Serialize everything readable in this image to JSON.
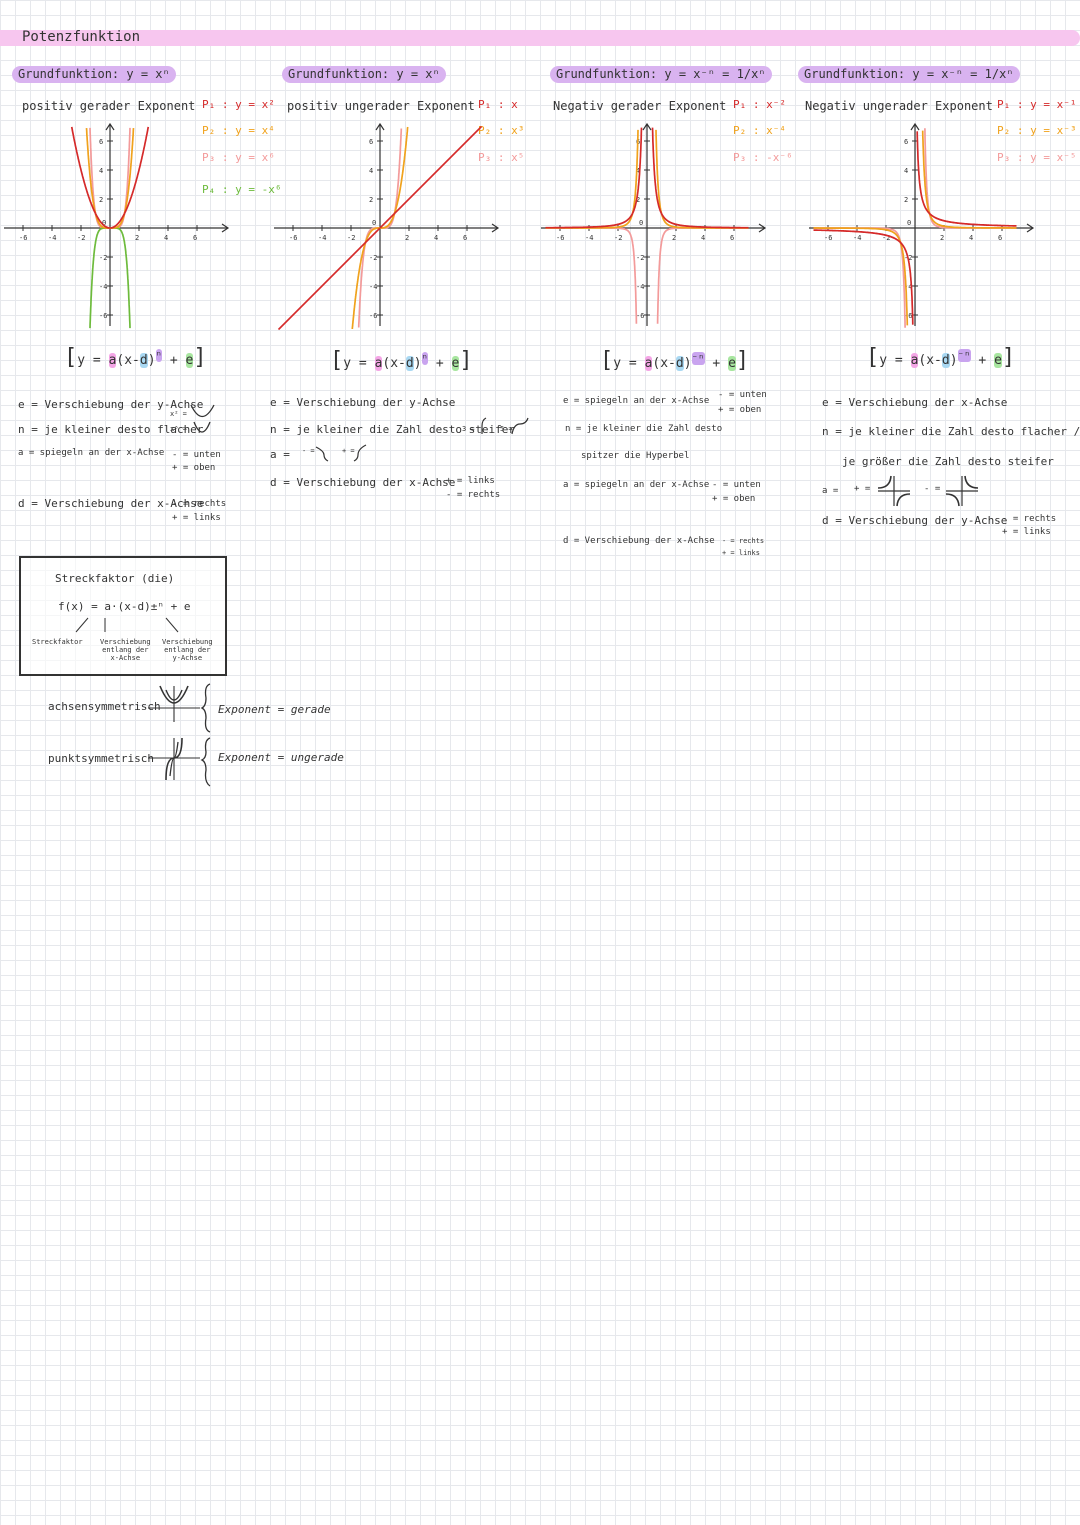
{
  "title": "Potenzfunktion",
  "colors": {
    "red": "#d52a2a",
    "orange": "#f0a21c",
    "pink": "#f39a9a",
    "green": "#6dbb3c",
    "violet": "#d9b3f0",
    "titlebar": "#f7c6ef"
  },
  "ticks": {
    "x": [
      "-6",
      "-4",
      "-2",
      "2",
      "4",
      "6"
    ],
    "y": [
      "6",
      "4",
      "2",
      "-2",
      "-4",
      "-6"
    ],
    "zero": "0"
  },
  "panels": [
    {
      "heading": "Grundfunktion: y = xⁿ",
      "subtitle": "positiv gerader Exponent",
      "legend": [
        "P₁ : y = x²",
        "P₂ : y = x⁴",
        "P₃ : y = x⁶",
        "P₄ : y = -x⁶"
      ],
      "formula": [
        "y = ",
        "a",
        "(x-",
        "d",
        ")",
        "ⁿ",
        " + ",
        "e"
      ],
      "notes": {
        "e": "e = Verschiebung der y-Achse",
        "n": "n = je kleiner desto flacher",
        "n_side": [
          "x² =",
          "x⁶ ="
        ],
        "a": "a = spiegeln an der x-Achse",
        "a_side": [
          "- = unten",
          "+ = oben"
        ],
        "d": "d = Verschiebung der x-Achse",
        "d_side": [
          "- = rechts",
          "+ = links"
        ]
      }
    },
    {
      "heading": "Grundfunktion: y = xⁿ",
      "subtitle": "positiv ungerader Exponent",
      "legend": [
        "P₁ : x",
        "P₂ : x³",
        "P₃ : x⁵"
      ],
      "formula": [
        "y = ",
        "a",
        "(x-",
        "d",
        ")",
        "ⁿ",
        " + ",
        "e"
      ],
      "notes": {
        "e": "e = Verschiebung der y-Achse",
        "n": "n = je kleiner die Zahl desto steifer",
        "n_side": [
          "3 =",
          "5 ="
        ],
        "a": "a =",
        "a_side": [
          "- =",
          "+ ="
        ],
        "d": "d = Verschiebung der x-Achse",
        "d_side": [
          "+ = links",
          "- = rechts"
        ]
      }
    },
    {
      "heading": "Grundfunktion: y = x⁻ⁿ = 1/xⁿ",
      "subtitle": "Negativ gerader Exponent",
      "legend": [
        "P₁ : x⁻²",
        "P₂ : x⁻⁴",
        "P₃ : -x⁻⁶"
      ],
      "formula": [
        "y = ",
        "a",
        "(x-",
        "d",
        ")",
        "⁻ⁿ",
        " + ",
        "e"
      ],
      "notes": {
        "e": "e = spiegeln an der x-Achse",
        "e_side": [
          "- = unten",
          "+ = oben"
        ],
        "n": "n = je kleiner die Zahl desto",
        "n2": "spitzer die Hyperbel",
        "a": "a = spiegeln an der x-Achse",
        "a_side": [
          "- = unten",
          "+ = oben"
        ],
        "d": "d = Verschiebung der x-Achse",
        "d_side": [
          "- = rechts",
          "+ = links"
        ]
      }
    },
    {
      "heading": "Grundfunktion: y = x⁻ⁿ = 1/xⁿ",
      "subtitle": "Negativ ungerader Exponent",
      "legend": [
        "P₁ : y = x⁻¹",
        "P₂ : y = x⁻³",
        "P₃ : y = x⁻⁵"
      ],
      "formula": [
        "y = ",
        "a",
        "(x-",
        "d",
        ")",
        "⁻ⁿ",
        " + ",
        "e"
      ],
      "notes": {
        "e": "e = Verschiebung der x-Achse",
        "n": "n = je kleiner die Zahl desto flacher /",
        "n2": "je größer die Zahl desto steifer",
        "a": "a =",
        "a_side": [
          "+ =",
          "- ="
        ],
        "d": "d = Verschiebung der y-Achse",
        "d_side": [
          "- = rechts",
          "+ = links"
        ]
      }
    }
  ],
  "box": {
    "title": "Streckfaktor (die)",
    "formula": "f(x) = a·(x-d)±ⁿ + e",
    "label_a": "Streckfaktor",
    "label_d": [
      "Verschiebung",
      "entlang der",
      "x-Achse"
    ],
    "label_e": [
      "Verschiebung",
      "entlang der",
      "y-Achse"
    ]
  },
  "symmetry": [
    {
      "label": "achsensymmetrisch",
      "rule": "Exponent = gerade"
    },
    {
      "label": "punktsymmetrisch",
      "rule": "Exponent = ungerade"
    }
  ]
}
